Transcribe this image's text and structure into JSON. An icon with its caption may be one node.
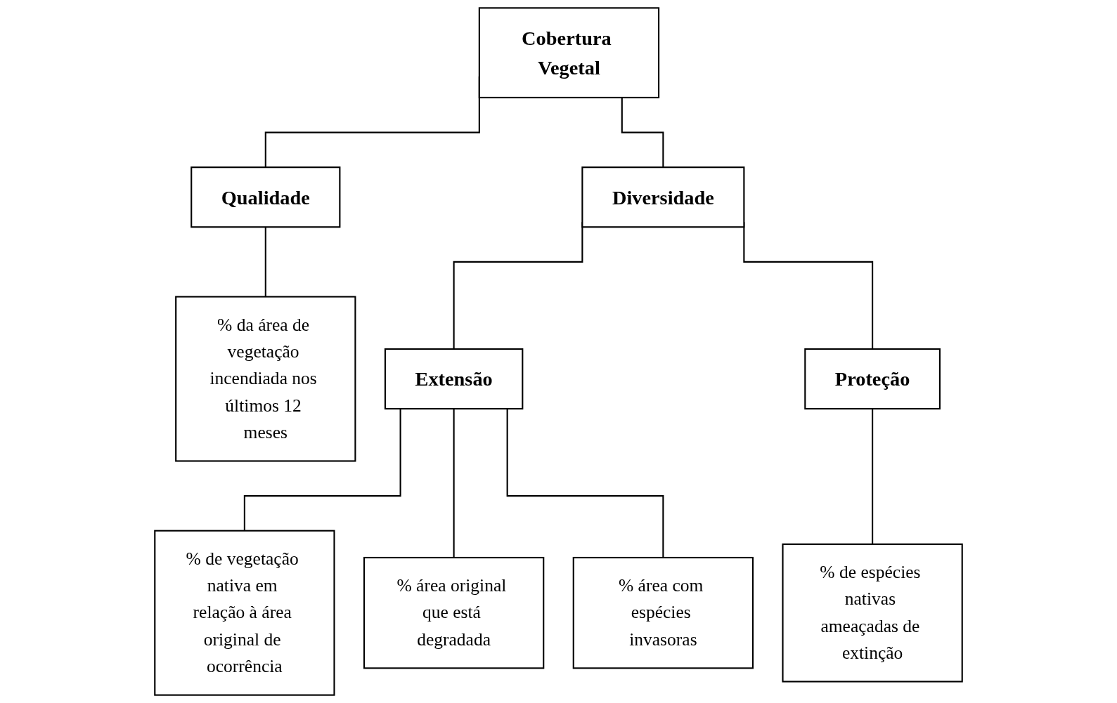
{
  "diagram": {
    "nodes": [
      {
        "text": [
          "Cobertura Vegetal"
        ]
      },
      {
        "text": [
          "Qualidade"
        ]
      },
      {
        "text": [
          "Diversidade"
        ]
      },
      {
        "text": [
          "% da área de vegetação incendiada nos últimos 12 meses"
        ]
      },
      {
        "text": [
          "Extensão"
        ]
      },
      {
        "text": [
          "Proteção"
        ]
      },
      {
        "text": [
          "% de vegetação nativa em relação à área original de ocorrência"
        ]
      },
      {
        "text": [
          "% área original que está degradada"
        ]
      },
      {
        "text": [
          "% área com espécies invasoras"
        ]
      },
      {
        "text": [
          "% de espécies nativas ameaçadas de extinção"
        ]
      }
    ],
    "edges": [
      {
        "from": 0,
        "to": 1,
        "arrow": "none"
      },
      {
        "from": 0,
        "to": 2,
        "arrow": "none"
      },
      {
        "from": 1,
        "to": 3,
        "arrow": "none"
      },
      {
        "from": 2,
        "to": 4,
        "arrow": "none"
      },
      {
        "from": 2,
        "to": 5,
        "arrow": "none"
      },
      {
        "from": 4,
        "to": 6,
        "arrow": "none"
      },
      {
        "from": 4,
        "to": 7,
        "arrow": "none"
      },
      {
        "from": 4,
        "to": 8,
        "arrow": "none"
      },
      {
        "from": 5,
        "to": 9,
        "arrow": "none"
      }
    ]
  }
}
